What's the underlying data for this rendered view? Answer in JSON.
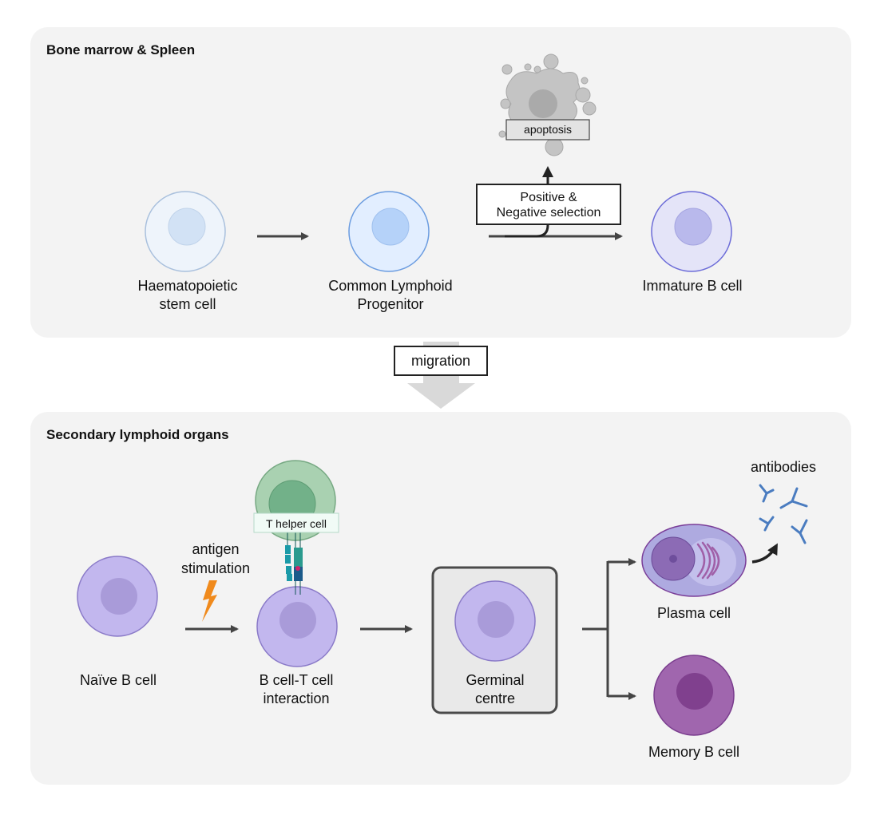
{
  "panels": {
    "top": {
      "title": "Bone marrow & Spleen"
    },
    "bottom": {
      "title": "Secondary lymphoid organs"
    }
  },
  "cells": {
    "hsc": {
      "line1": "Haematopoietic",
      "line2": "stem cell"
    },
    "clp": {
      "line1": "Common Lymphoid",
      "line2": "Progenitor"
    },
    "immature": {
      "label": "Immature B cell"
    },
    "naive": {
      "label": "Naïve B cell"
    },
    "bt": {
      "line1": "B cell-T cell",
      "line2": "interaction"
    },
    "thelper": {
      "label": "T helper cell"
    },
    "germinal": {
      "line1": "Germinal",
      "line2": "centre"
    },
    "plasma": {
      "label": "Plasma cell"
    },
    "memory": {
      "label": "Memory B cell"
    }
  },
  "labels": {
    "apoptosis": "apoptosis",
    "selection_line1": "Positive &",
    "selection_line2": "Negative selection",
    "migration": "migration",
    "antigen_line1": "antigen",
    "antigen_line2": "stimulation",
    "antibodies": "antibodies"
  },
  "colors": {
    "panel": "#f3f3f3",
    "arrow": "#444444",
    "b_cell": "#c2b7ee",
    "t_cell": "#a9d1b1",
    "memory": "#a066ae",
    "antibody": "#4a7cc0",
    "lightning": "#f08a1c"
  }
}
